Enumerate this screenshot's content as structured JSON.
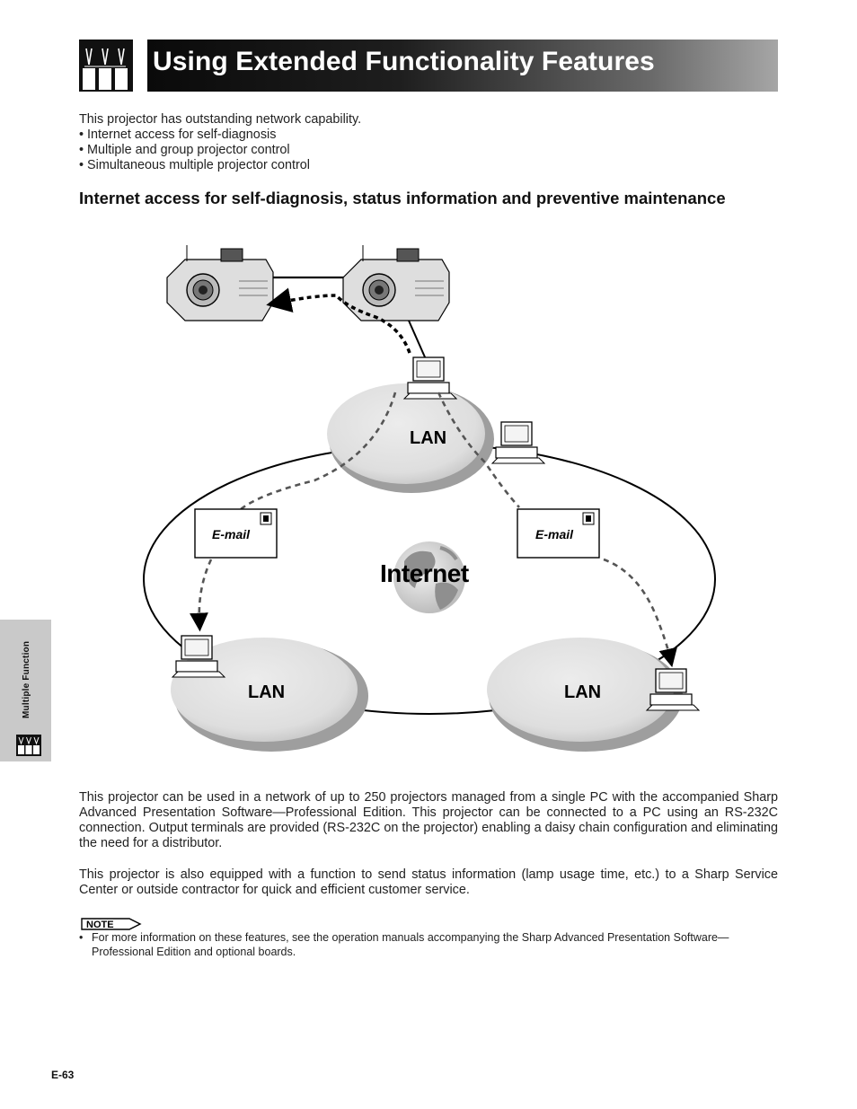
{
  "header": {
    "title": "Using Extended Functionality Features"
  },
  "intro": {
    "lead": "This projector has outstanding network capability.",
    "bullets": [
      "• Internet access for self-diagnosis",
      "• Multiple and group projector control",
      "• Simultaneous multiple projector control"
    ]
  },
  "section": {
    "heading": "Internet access for self-diagnosis, status information and preventive maintenance"
  },
  "diagram": {
    "lan_labels": [
      "LAN",
      "LAN",
      "LAN"
    ],
    "internet_label": "Internet",
    "email_labels": [
      "E-mail",
      "E-mail"
    ],
    "icons": [
      "projector-icon",
      "computer-icon",
      "globe-icon",
      "email-icon",
      "arrow-icon"
    ]
  },
  "body": {
    "paragraph1": "This projector can be used in a network of up to 250 projectors managed from a single PC with the accompanied Sharp Advanced Presentation Software—Professional Edition. This projector can be connected to a PC using an RS-232C connection. Output terminals are provided (RS-232C on the projector) enabling a daisy chain configuration and eliminating the need for a distributor.",
    "paragraph2": "This projector is also equipped with a function to send status information (lamp usage time, etc.) to a Sharp Service Center or outside contractor for quick and efficient customer service."
  },
  "note": {
    "badge": "NOTE",
    "bullet": "•",
    "text": "For more information on these features, see the operation manuals accompanying the Sharp Advanced Presentation Software—Professional Edition and optional boards."
  },
  "sidebar": {
    "label": "Multiple Function"
  },
  "footer": {
    "page_number": "E-63"
  }
}
